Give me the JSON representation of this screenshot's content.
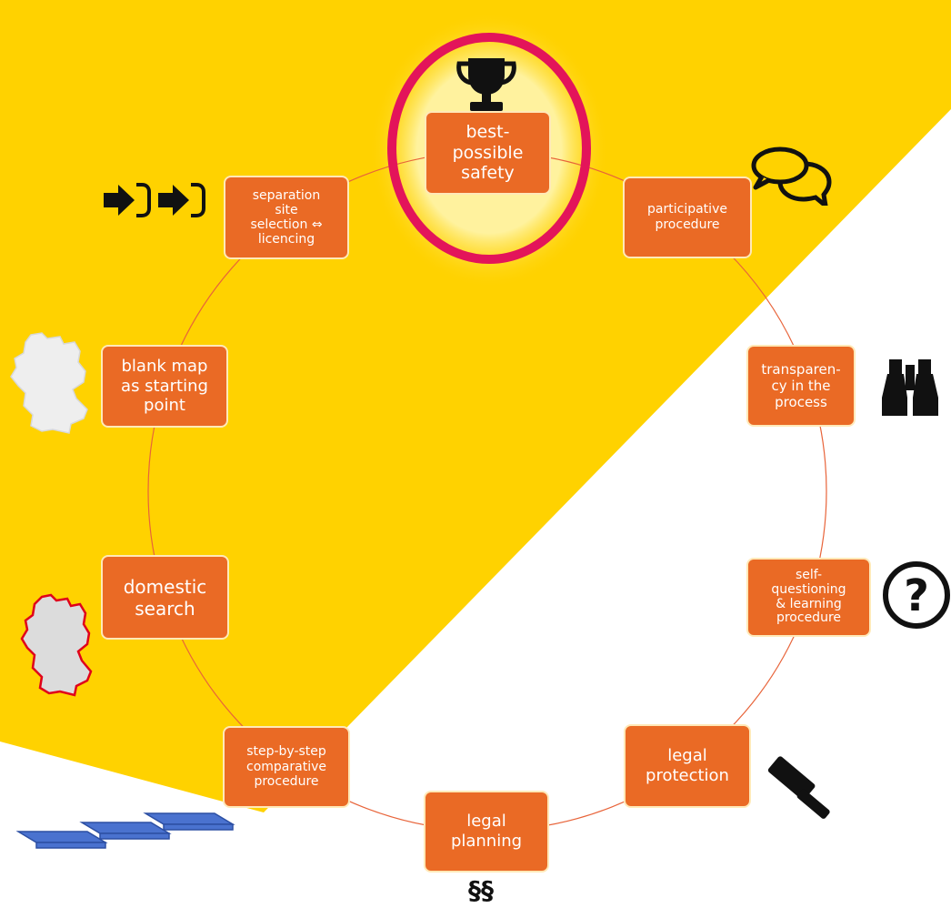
{
  "nodes": [
    {
      "id": "safety",
      "label": "best-\npossible\nsafety"
    },
    {
      "id": "participative",
      "label": "participative\nprocedure"
    },
    {
      "id": "transparency",
      "label": "transparen-\ncy in the\nprocess"
    },
    {
      "id": "self_questioning",
      "label": "self-\nquestioning\n& learning\nprocedure"
    },
    {
      "id": "legal_protection",
      "label": "legal\nprotection"
    },
    {
      "id": "legal_planning",
      "label": "legal\nplanning"
    },
    {
      "id": "step_by_step",
      "label": "step-by-step\ncomparative\nprocedure"
    },
    {
      "id": "domestic",
      "label": "domestic\nsearch"
    },
    {
      "id": "blank_map",
      "label": "blank map\nas starting\npoint"
    },
    {
      "id": "separation",
      "label": "separation\nsite\nselection ⇔\nlicencing"
    }
  ],
  "icons": {
    "trophy": "trophy-icon",
    "speech": "speech-bubbles-icon",
    "binoculars": "binoculars-icon",
    "question": "question-icon",
    "gavel": "gavel-icon",
    "paragraph_symbol": "§§",
    "steps": "steps-icon",
    "map_red": "germany-map-red-border-icon",
    "map_white": "germany-map-icon",
    "arrows": "arrow-enter-icon"
  },
  "colors": {
    "background_yellow": "#ffd200",
    "node_fill": "#ea6a25",
    "node_border": "#ffe9b8",
    "highlight_ring": "#e3145a",
    "connector": "#e8643a",
    "steps_blue": "#4a72cf"
  }
}
